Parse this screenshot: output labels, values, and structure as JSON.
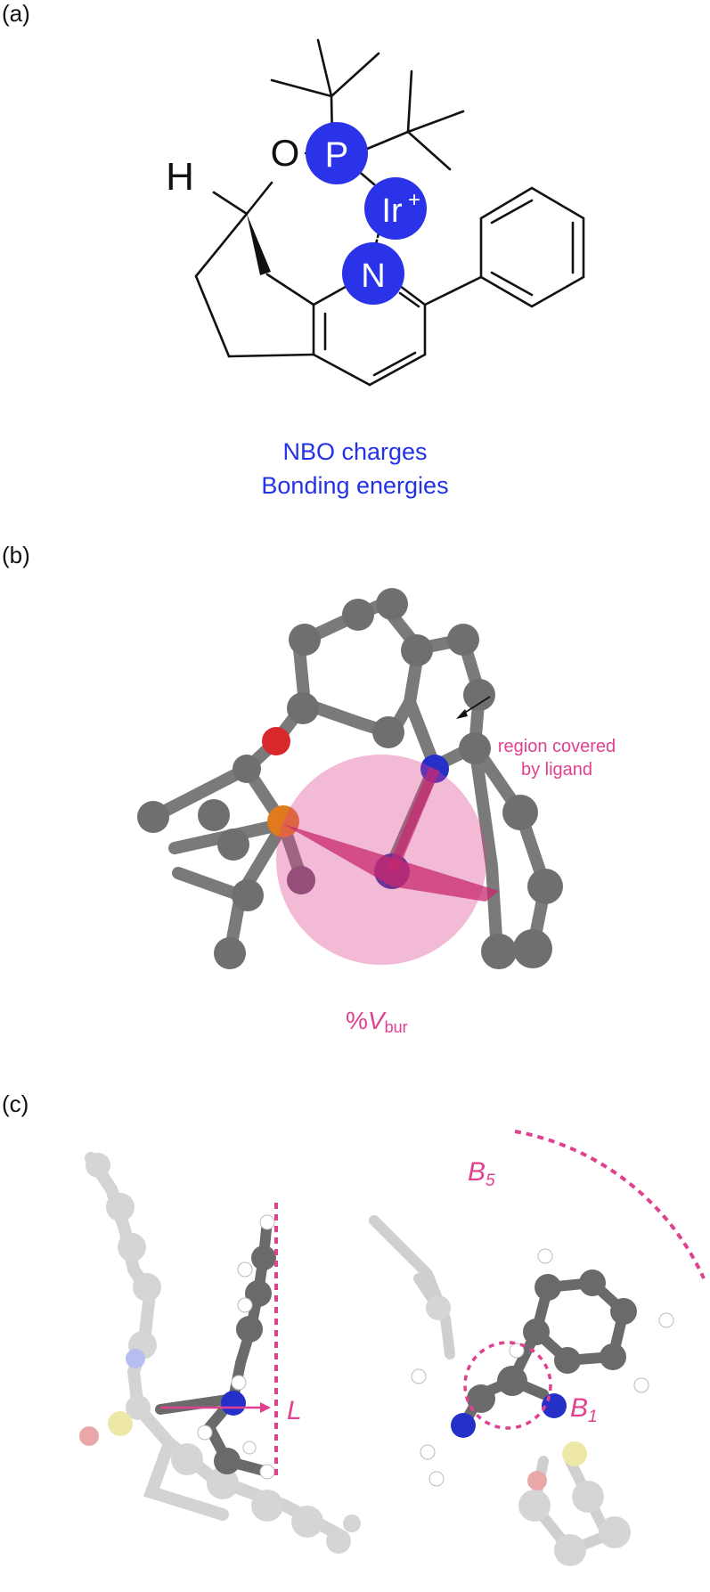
{
  "panels": {
    "a": {
      "label": "(a)",
      "atoms": {
        "H": "H",
        "O": "O",
        "P": "P",
        "Ir": "Ir",
        "Ir_charge": "+",
        "N": "N"
      },
      "caption_line1": "NBO charges",
      "caption_line2": "Bonding energies"
    },
    "b": {
      "label": "(b)",
      "annotation_line1": "region covered",
      "annotation_line2": "by ligand",
      "vbur_prefix": "%",
      "vbur_symbol": "V",
      "vbur_subscript": "bur"
    },
    "c": {
      "label": "(c)",
      "L_label": "L",
      "B5_symbol": "B",
      "B5_subscript": "5",
      "B1_symbol": "B",
      "B1_subscript": "1"
    }
  },
  "colors": {
    "highlight_blue": "#2a33e8",
    "caption_blue": "#2233e6",
    "magenta": "#e0418f",
    "atom_gray": "#6f6f6f",
    "oxygen_red": "#d8282a",
    "phosphorus_orange": "#e07a1c",
    "nitrogen_blue": "#2430c8",
    "sulfur_yellow": "#e8dd5a"
  }
}
